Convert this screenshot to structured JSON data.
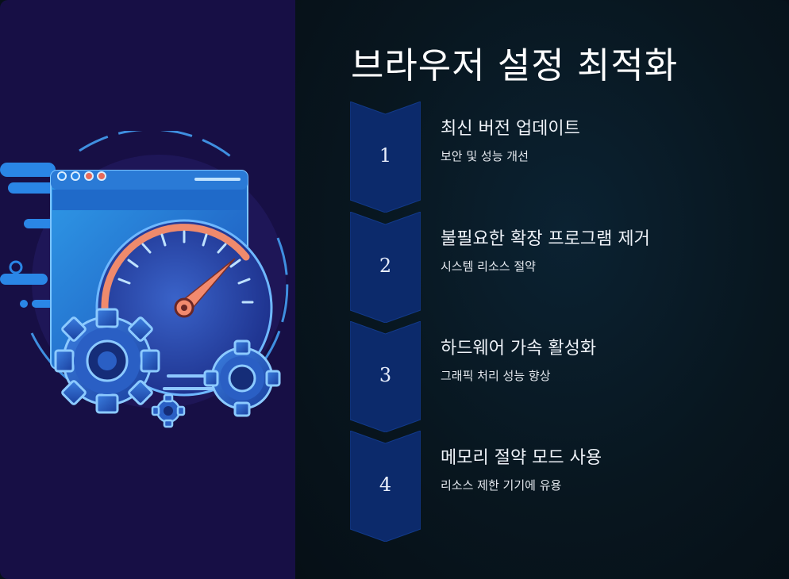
{
  "title": "브라우저 설정 최적화",
  "illustration": {
    "name": "browser-speedometer-gears"
  },
  "colors": {
    "left_bg": "#170f45",
    "right_bg": "#07141d",
    "chevron": "#0c2a6b",
    "accent": "#4aa8f0"
  },
  "steps": [
    {
      "number": "1",
      "title": "최신 버전 업데이트",
      "description": "보안 및 성능 개선"
    },
    {
      "number": "2",
      "title": "불필요한 확장 프로그램 제거",
      "description": "시스템 리소스 절약"
    },
    {
      "number": "3",
      "title": "하드웨어 가속 활성화",
      "description": "그래픽 처리 성능 향상"
    },
    {
      "number": "4",
      "title": "메모리 절약 모드 사용",
      "description": "리소스 제한 기기에 유용"
    }
  ]
}
